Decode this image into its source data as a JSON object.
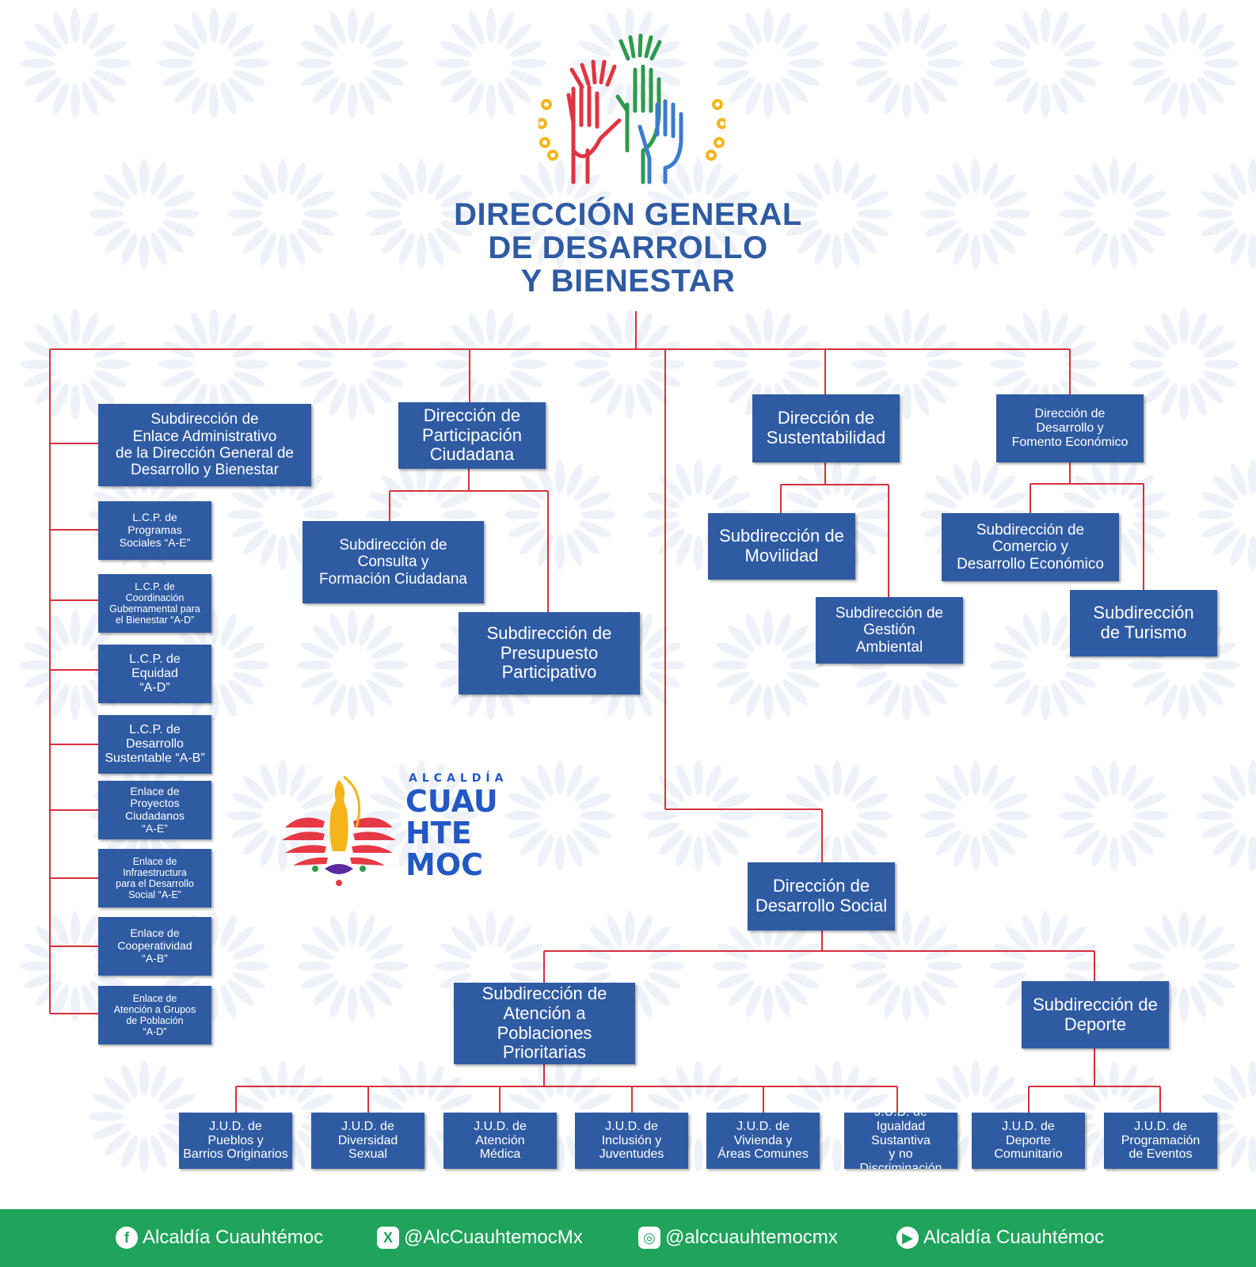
{
  "colors": {
    "box": "#2f5ba3",
    "connector": "#d6303d",
    "title": "#2f5ba3",
    "footer": "#20a35b"
  },
  "title": {
    "line1": "DIRECCIÓN GENERAL",
    "line2": "DE DESARROLLO",
    "line3": "Y BIENESTAR"
  },
  "nodes": {
    "sub_enlace": "Subdirección de\nEnlace Administrativo\nde la Dirección General de\nDesarrollo y Bienestar",
    "lcp_programas": "L.C.P. de\nProgramas\nSociales “A-E”",
    "lcp_coordinacion": "L.C.P. de\nCoordinación\nGubernamental para\nel Bienestar “A-D”",
    "lcp_equidad": "L.C.P. de\nEquidad\n“A-D”",
    "lcp_desarrollo": "L.C.P. de\nDesarrollo\nSustentable “A-B”",
    "enl_proyectos": "Enlace de\nProyectos\nCiudadanos\n“A-E”",
    "enl_infra": "Enlace de\nInfraestructura\npara el Desarrollo\nSocial “A-E”",
    "enl_coop": "Enlace de\nCooperatividad\n“A-B”",
    "enl_grupos": "Enlace de\nAtención a Grupos\nde Población\n“A-D”",
    "dir_participacion": "Dirección de\nParticipación\nCiudadana",
    "sub_consulta": "Subdirección de\nConsulta y\nFormación Ciudadana",
    "sub_presupuesto": "Subdirección de\nPresupuesto\nParticipativo",
    "dir_sustentabilidad": "Dirección de\nSustentabilidad",
    "sub_movilidad": "Subdirección de\nMovilidad",
    "sub_gestion": "Subdirección de\nGestión\nAmbiental",
    "dir_fomento": "Dirección de\nDesarrollo y\nFomento Económico",
    "sub_comercio": "Subdirección de\nComercio y\nDesarrollo Económico",
    "sub_turismo": "Subdirección\nde Turismo",
    "dir_social": "Dirección de\nDesarrollo Social",
    "sub_atencion": "Subdirección de\nAtención a Poblaciones\nPrioritarias",
    "sub_deporte": "Subdirección de\nDeporte",
    "jud_pueblos": "J.U.D. de\nPueblos y\nBarrios Originarios",
    "jud_diversidad": "J.U.D. de\nDiversidad\nSexual",
    "jud_medica": "J.U.D. de\nAtención\nMédica",
    "jud_inclusion": "J.U.D. de\nInclusión y\nJuventudes",
    "jud_vivienda": "J.U.D. de\nVivienda y\nÁreas Comunes",
    "jud_igualdad": "J.U.D. de\nIgualdad Sustantiva\ny no Discriminación",
    "jud_comunitario": "J.U.D. de\nDeporte\nComunitario",
    "jud_eventos": "J.U.D. de\nProgramación\nde Eventos"
  },
  "logo": {
    "small": "ALCALDÍA",
    "line1": "CUAU",
    "line2": "HTE",
    "line3": "MOC"
  },
  "footer": {
    "facebook": "Alcaldía Cuauhtémoc",
    "x": "@AlcCuauhtemocMx",
    "instagram": "@alccuauhtemocmx",
    "youtube": "Alcaldía Cuauhtémoc"
  }
}
